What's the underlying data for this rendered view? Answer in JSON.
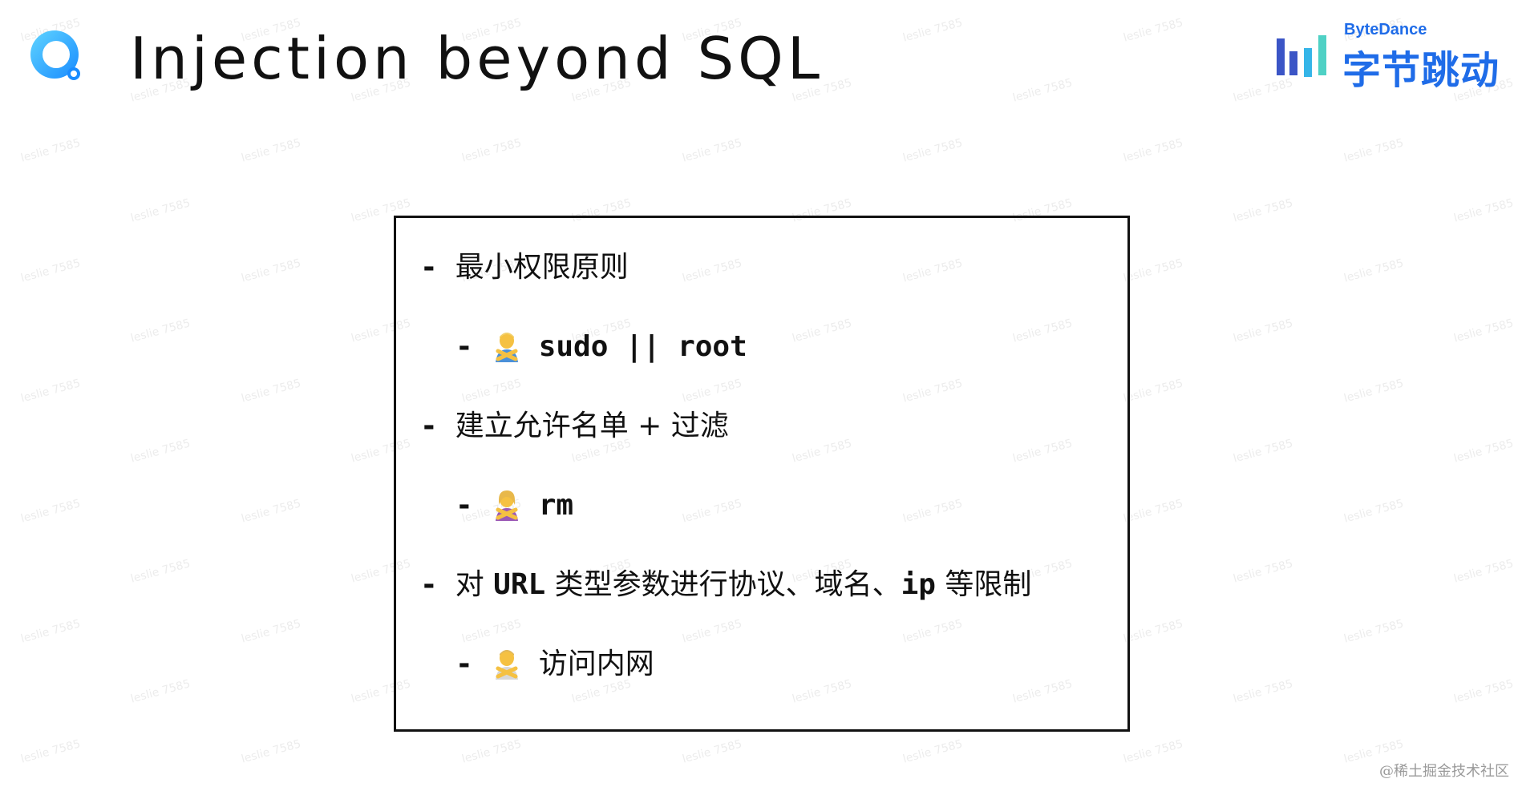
{
  "slide": {
    "title": "Injection beyond SQL",
    "brand": {
      "en": "ByteDance",
      "cn": "字节跳动",
      "color": "#1f6ce8"
    },
    "logo_icon": "circle-q-logo-icon"
  },
  "content": {
    "items": [
      {
        "dash": "-",
        "text": "最小权限原则"
      },
      {
        "dash": "-",
        "emoji": "person-gesturing-no-icon",
        "text": "sudo || root"
      },
      {
        "dash": "-",
        "text": "建立允许名单 + 过滤"
      },
      {
        "dash": "-",
        "emoji": "person-gesturing-no-icon",
        "text": "rm"
      },
      {
        "dash": "-",
        "text_parts": [
          "对 ",
          "URL",
          " 类型参数进行协议、域名、",
          "ip",
          " 等限制"
        ]
      },
      {
        "dash": "-",
        "emoji": "person-gesturing-no-icon",
        "text": "访问内网"
      }
    ]
  },
  "watermark": "leslie 7585",
  "footer": {
    "credit": "@稀土掘金技术社区"
  }
}
